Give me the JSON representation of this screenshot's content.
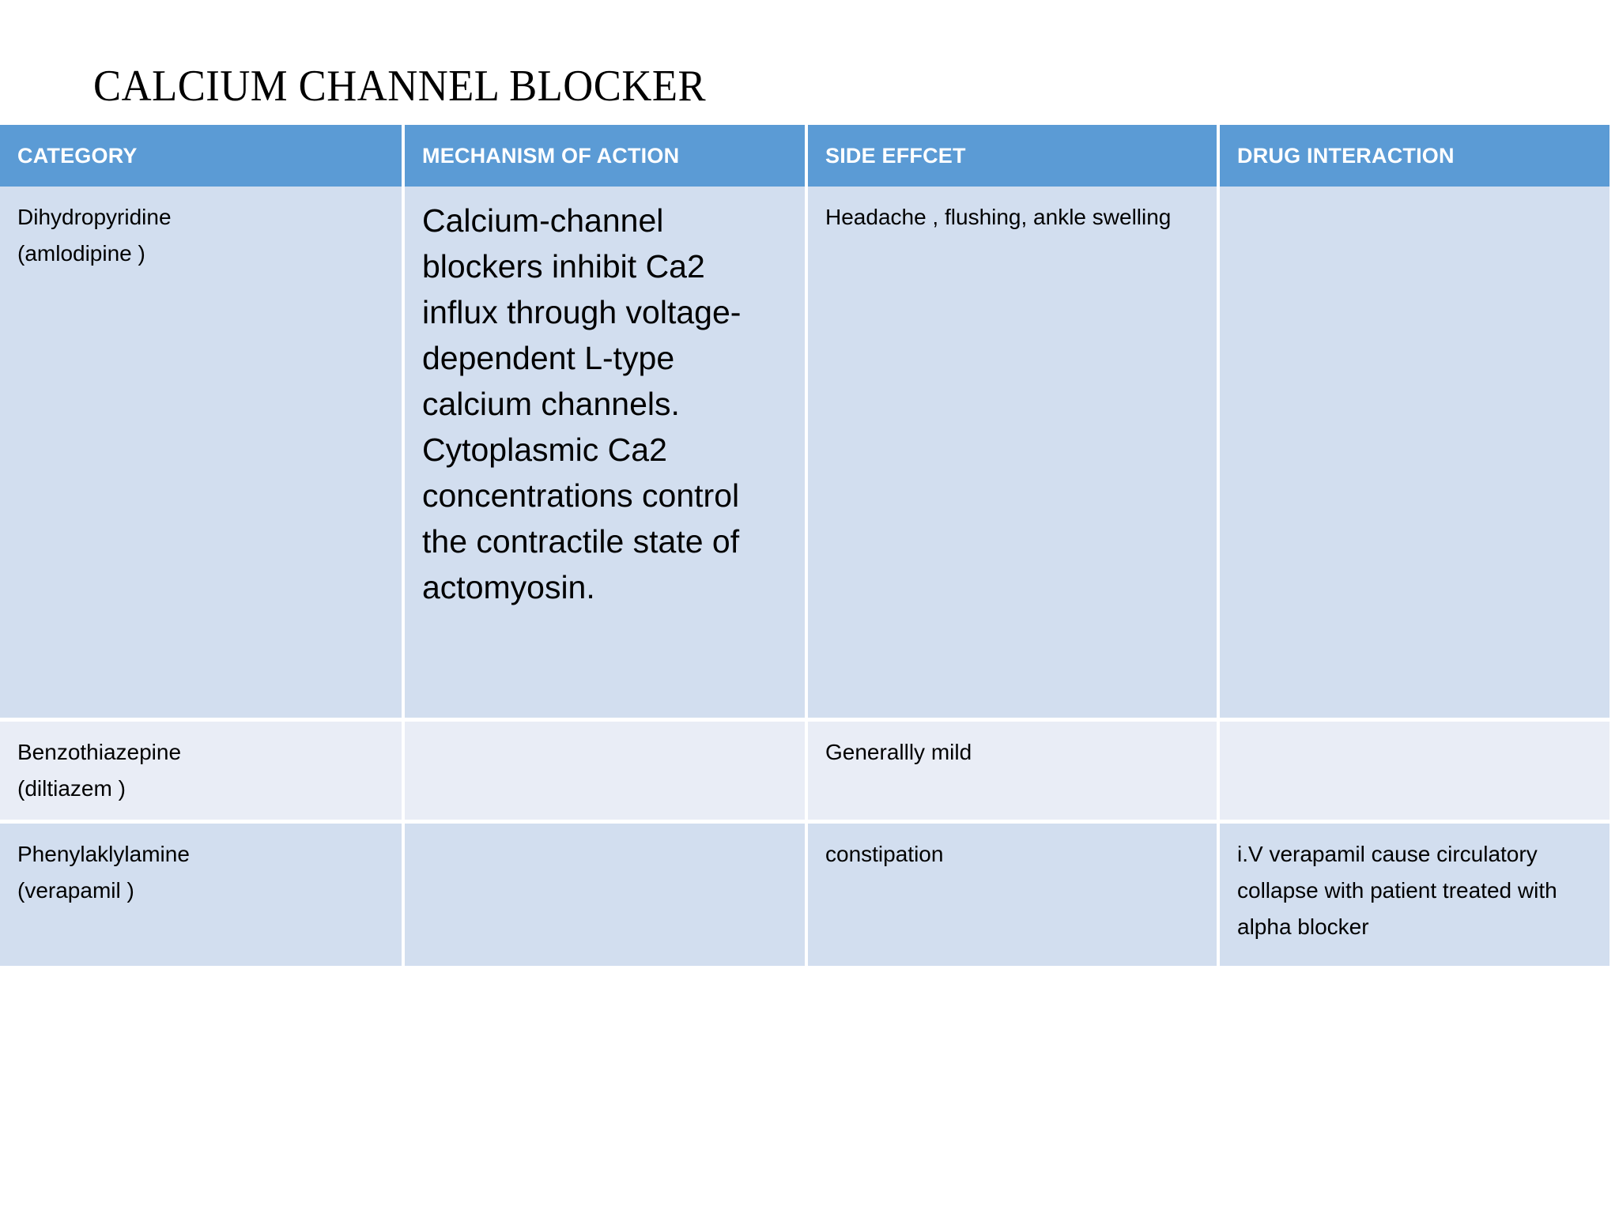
{
  "slide": {
    "title": "CALCIUM CHANNEL BLOCKER"
  },
  "colors": {
    "header_bg": "#5B9BD5",
    "header_text": "#FFFFFF",
    "row_band_dark": "#D2DEEF",
    "row_band_light": "#E9EDF6",
    "body_text": "#000000",
    "page_bg": "#FFFFFF"
  },
  "table": {
    "headers": [
      "CATEGORY",
      "MECHANISM OF ACTION",
      "SIDE EFFCET",
      "DRUG INTERACTION"
    ],
    "rows": [
      {
        "category_line1": "Dihydropyridine",
        "category_line2": "(amlodipine )",
        "mechanism": "Calcium-channel blockers inhibit Ca2 influx through voltage-dependent L-type calcium channels. Cytoplasmic Ca2 concentrations control the contractile state of actomyosin.",
        "side_effect": "Headache , flushing, ankle swelling",
        "drug_interaction": ""
      },
      {
        "category_line1": "Benzothiazepine",
        "category_line2": "(diltiazem )",
        "mechanism": "",
        "side_effect": "Generallly mild",
        "drug_interaction": ""
      },
      {
        "category_line1": "Phenylaklylamine",
        "category_line2": "(verapamil )",
        "mechanism": "",
        "side_effect": "constipation",
        "drug_interaction": "i.V verapamil cause circulatory collapse with patient treated with alpha blocker"
      }
    ]
  }
}
